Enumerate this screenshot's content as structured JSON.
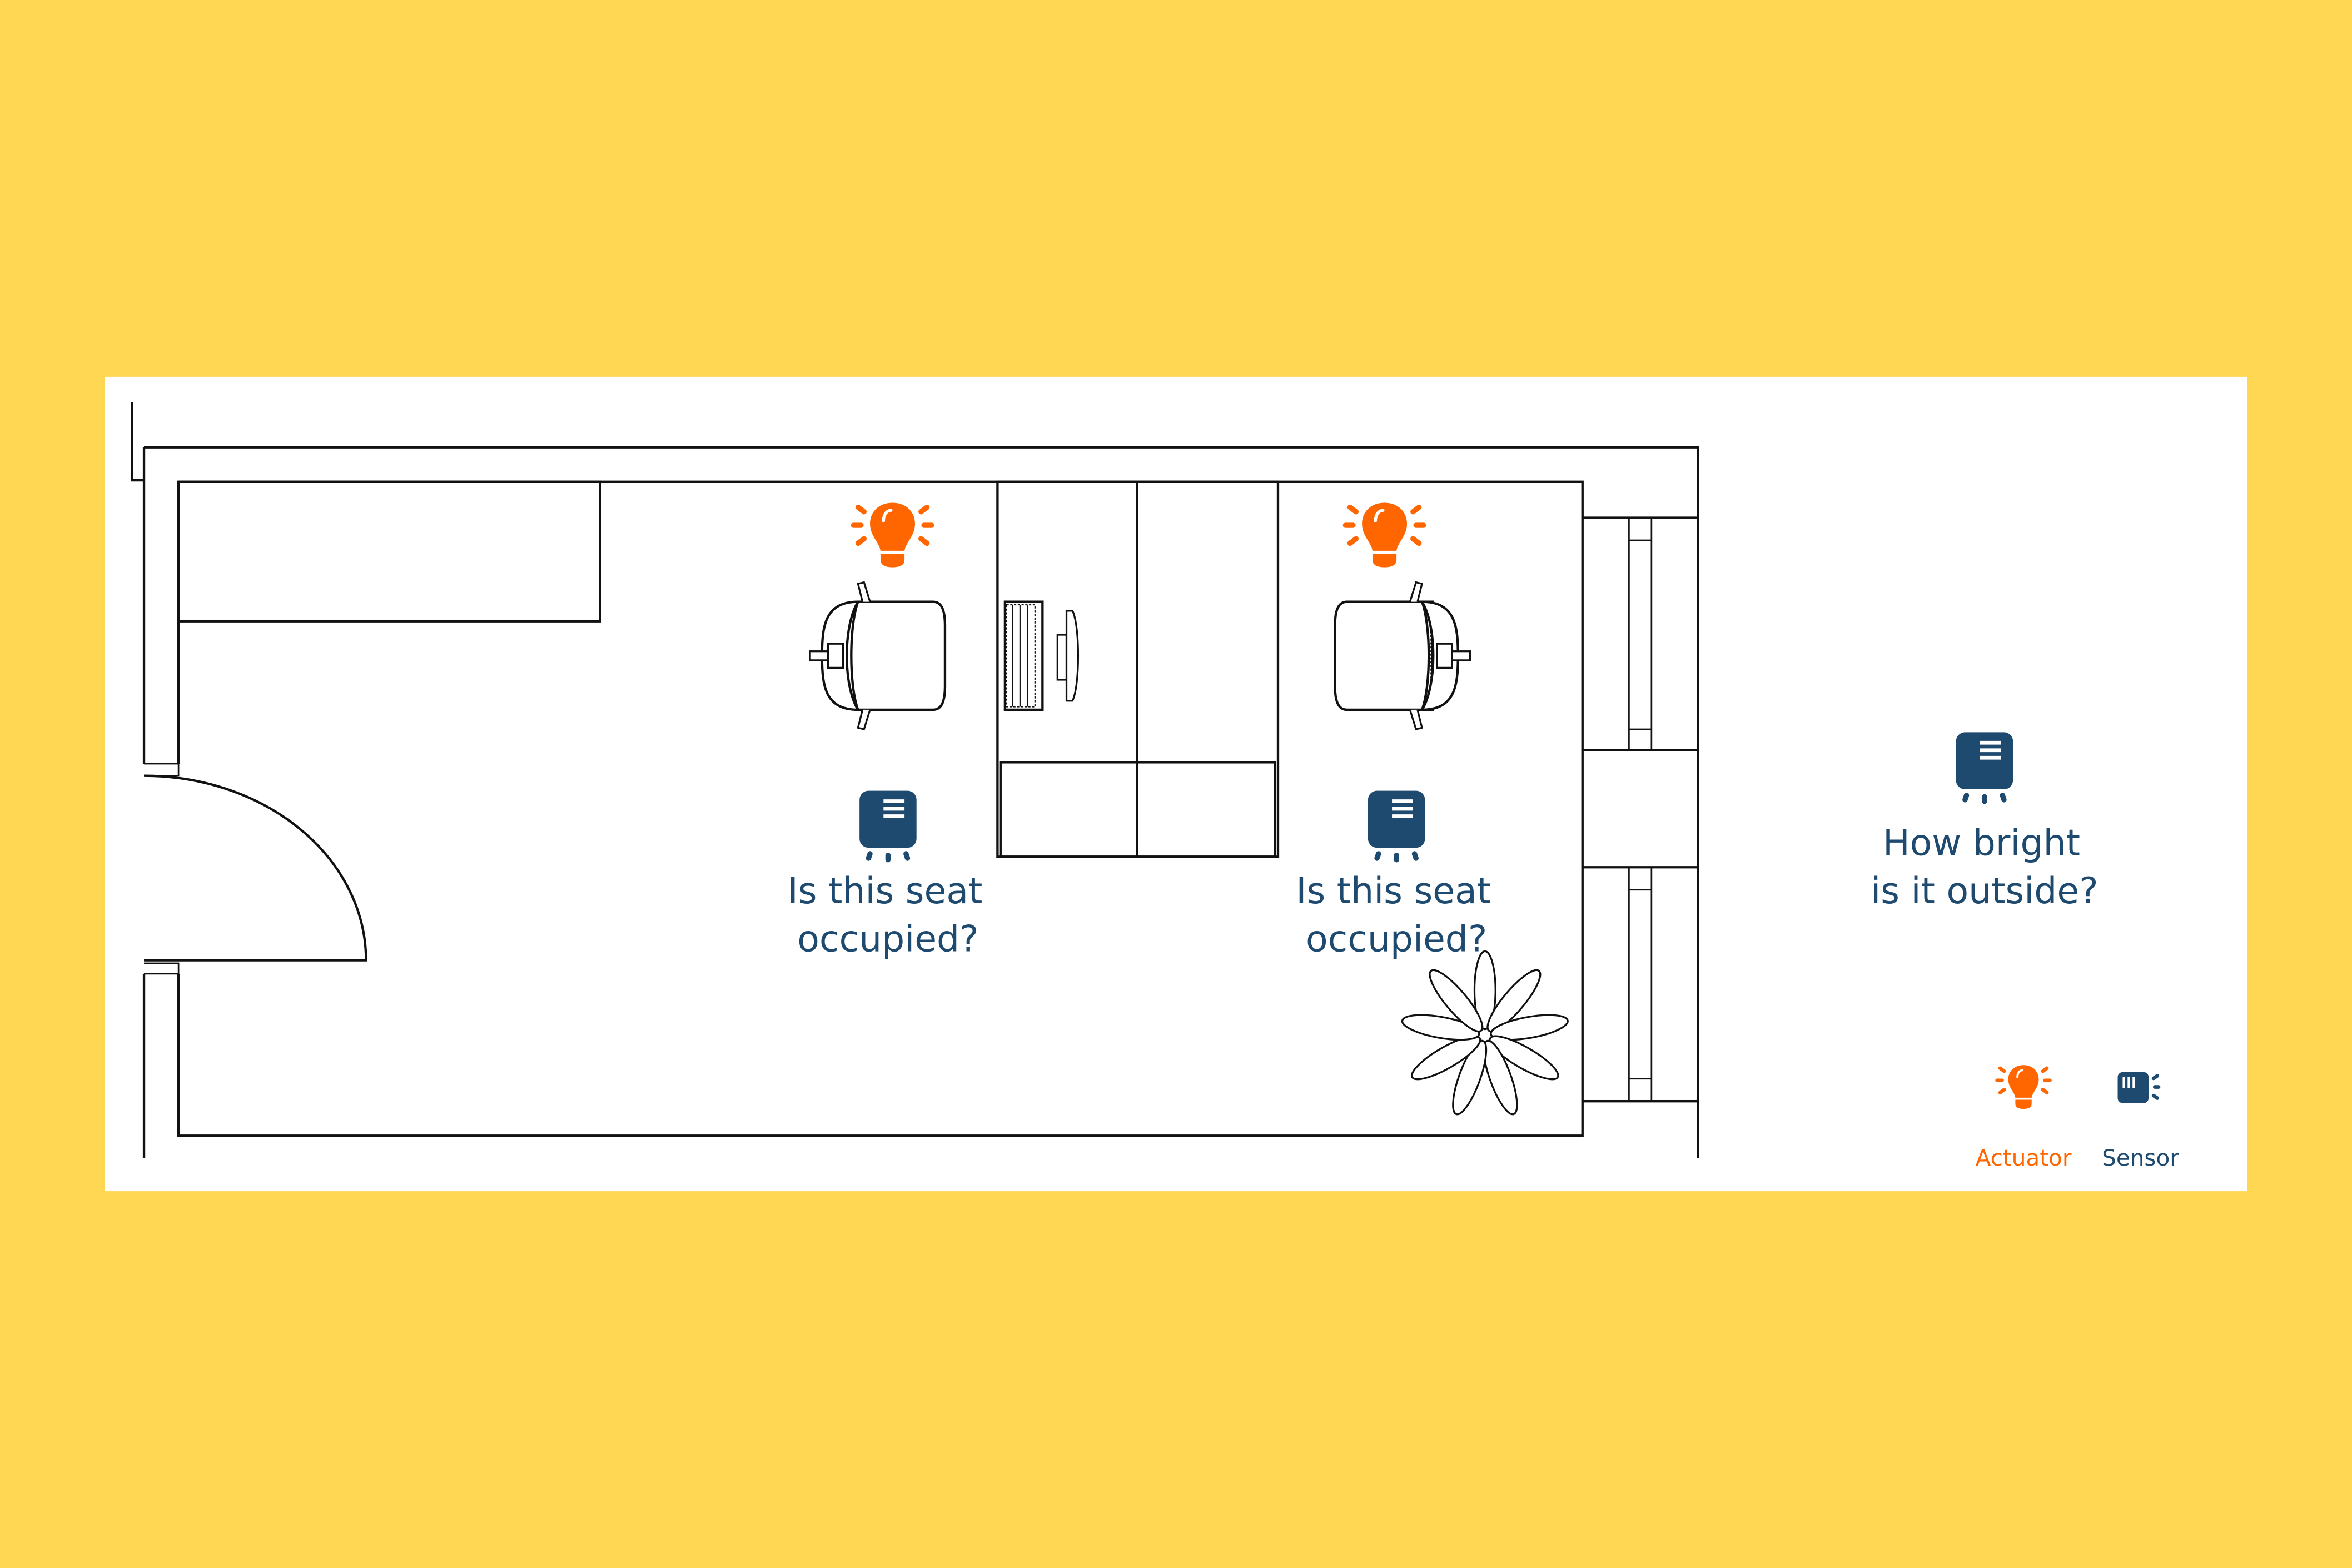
{
  "colors": {
    "background": "#FFD752",
    "actuator": "#FF6600",
    "sensor": "#1F4A70",
    "card": "#FFFFFF"
  },
  "seats": [
    {
      "question_line1": "Is this seat",
      "question_line2": "occupied?",
      "actuator_icon": "lightbulb-icon",
      "sensor_icon": "occupancy-sensor-icon"
    },
    {
      "question_line1": "Is this seat",
      "question_line2": "occupied?",
      "actuator_icon": "lightbulb-icon",
      "sensor_icon": "occupancy-sensor-icon"
    }
  ],
  "outside": {
    "question_line1": "How bright",
    "question_line2": "is it outside?",
    "sensor_icon": "light-sensor-icon"
  },
  "legend": {
    "actuator_label": "Actuator",
    "sensor_label": "Sensor"
  }
}
